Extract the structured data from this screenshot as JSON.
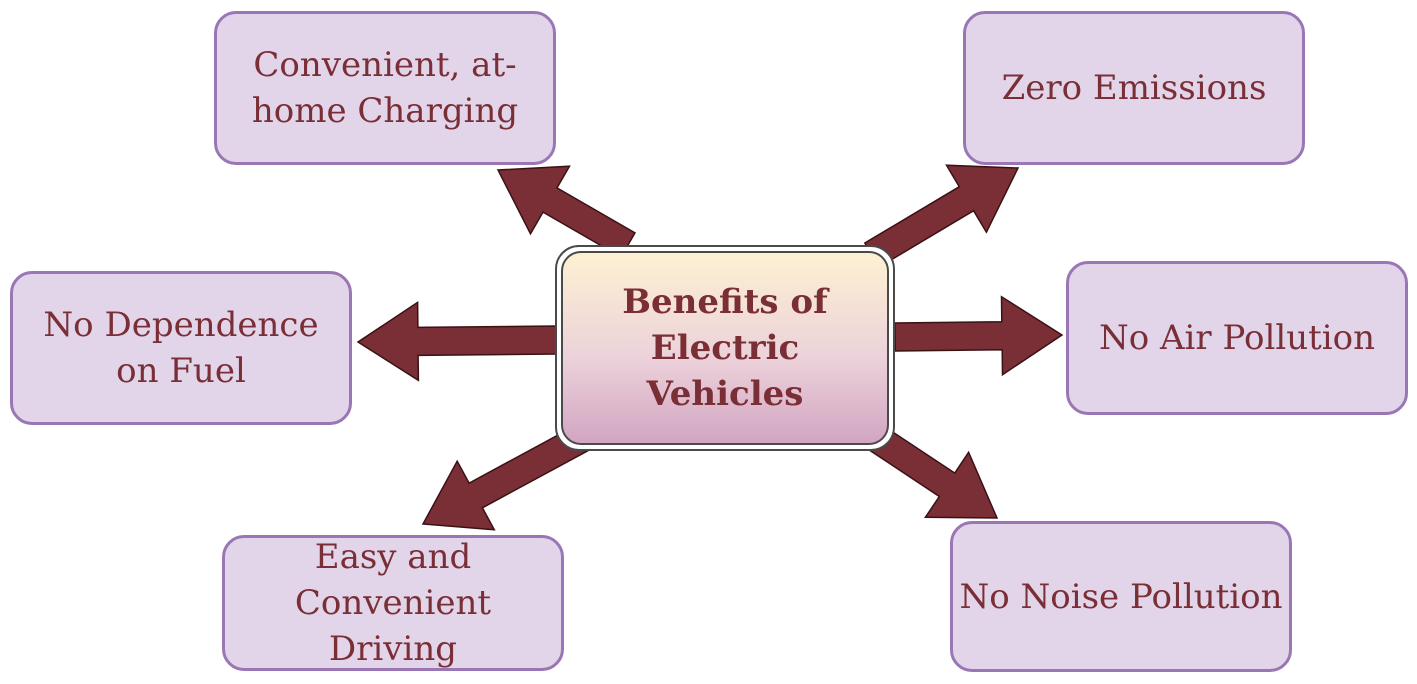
{
  "center": {
    "lines": [
      "Benefits of",
      "Electric",
      "Vehicles"
    ]
  },
  "benefits": {
    "charging": {
      "lines": [
        "Convenient, at-",
        "home Charging"
      ]
    },
    "zero_emissions": {
      "lines": [
        "Zero Emissions"
      ]
    },
    "fuel": {
      "lines": [
        "No Dependence",
        "on Fuel"
      ]
    },
    "air_pollution": {
      "lines": [
        "No Air Pollution"
      ]
    },
    "driving": {
      "lines": [
        "Easy and",
        "Convenient Driving"
      ]
    },
    "noise_pollution": {
      "lines": [
        "No Noise Pollution"
      ]
    }
  },
  "colors": {
    "arrow": "#7a2e36",
    "box_fill": "#e2d5ea",
    "box_border": "#9a77b4",
    "text": "#7a2e36"
  }
}
